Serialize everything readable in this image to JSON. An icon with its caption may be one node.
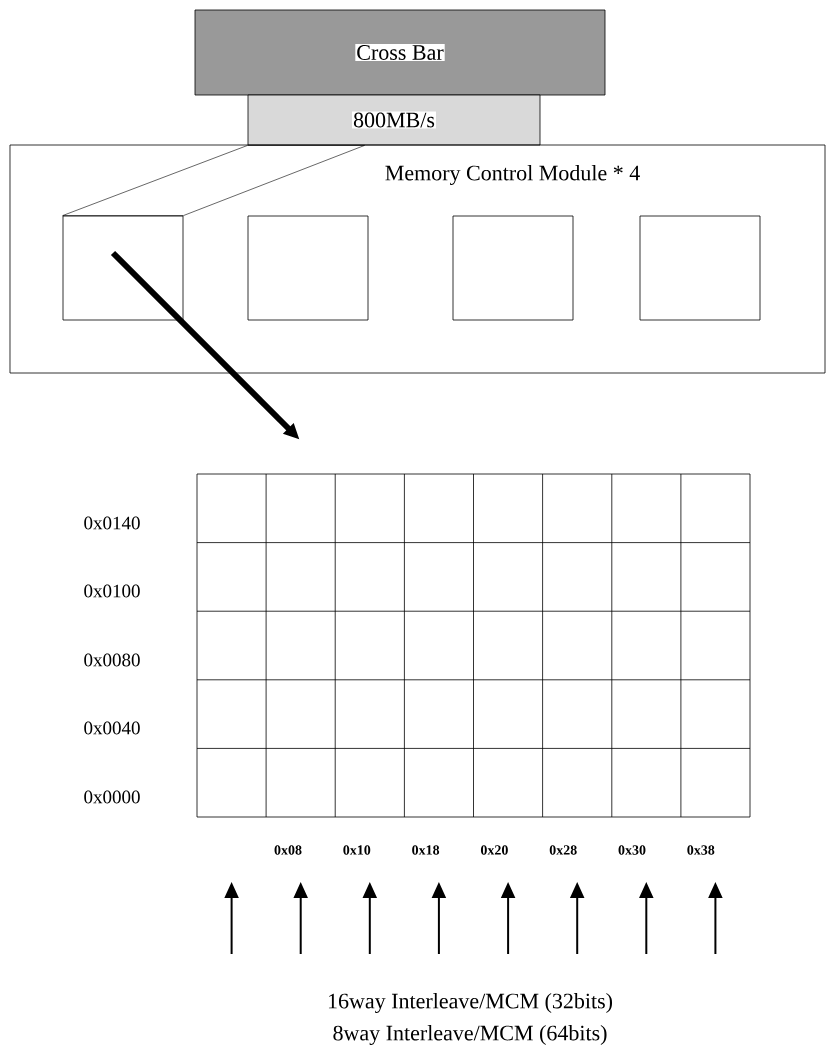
{
  "diagram": {
    "nodes": [
      {
        "text": [
          "Cross Bar"
        ]
      },
      {
        "text": [
          "800MB/s"
        ]
      },
      {
        "text": [
          "Memory Control Module * 4"
        ]
      },
      {
        "text": [],
        "shape": "box",
        "in": 2
      },
      {
        "text": [],
        "shape": "box",
        "in": 2
      },
      {
        "text": [],
        "shape": "box",
        "in": 2
      },
      {
        "text": [],
        "shape": "box",
        "in": 2
      },
      {
        "text": [],
        "shape": "box"
      }
    ],
    "edges": [
      {
        "from": 1,
        "to": 3,
        "arrow": "none"
      },
      {
        "from": 3,
        "to": 7,
        "arrow": "to"
      }
    ],
    "labels": [
      "0x0140",
      "0x0100",
      "0x0080",
      "0x0040",
      "0x0000",
      "0x08",
      "0x10",
      "0x18",
      "0x20",
      "0x28",
      "0x30",
      "0x38",
      "16way Interleave/MCM (32bits)",
      "8way Interleave/MCM (64bits)"
    ]
  }
}
